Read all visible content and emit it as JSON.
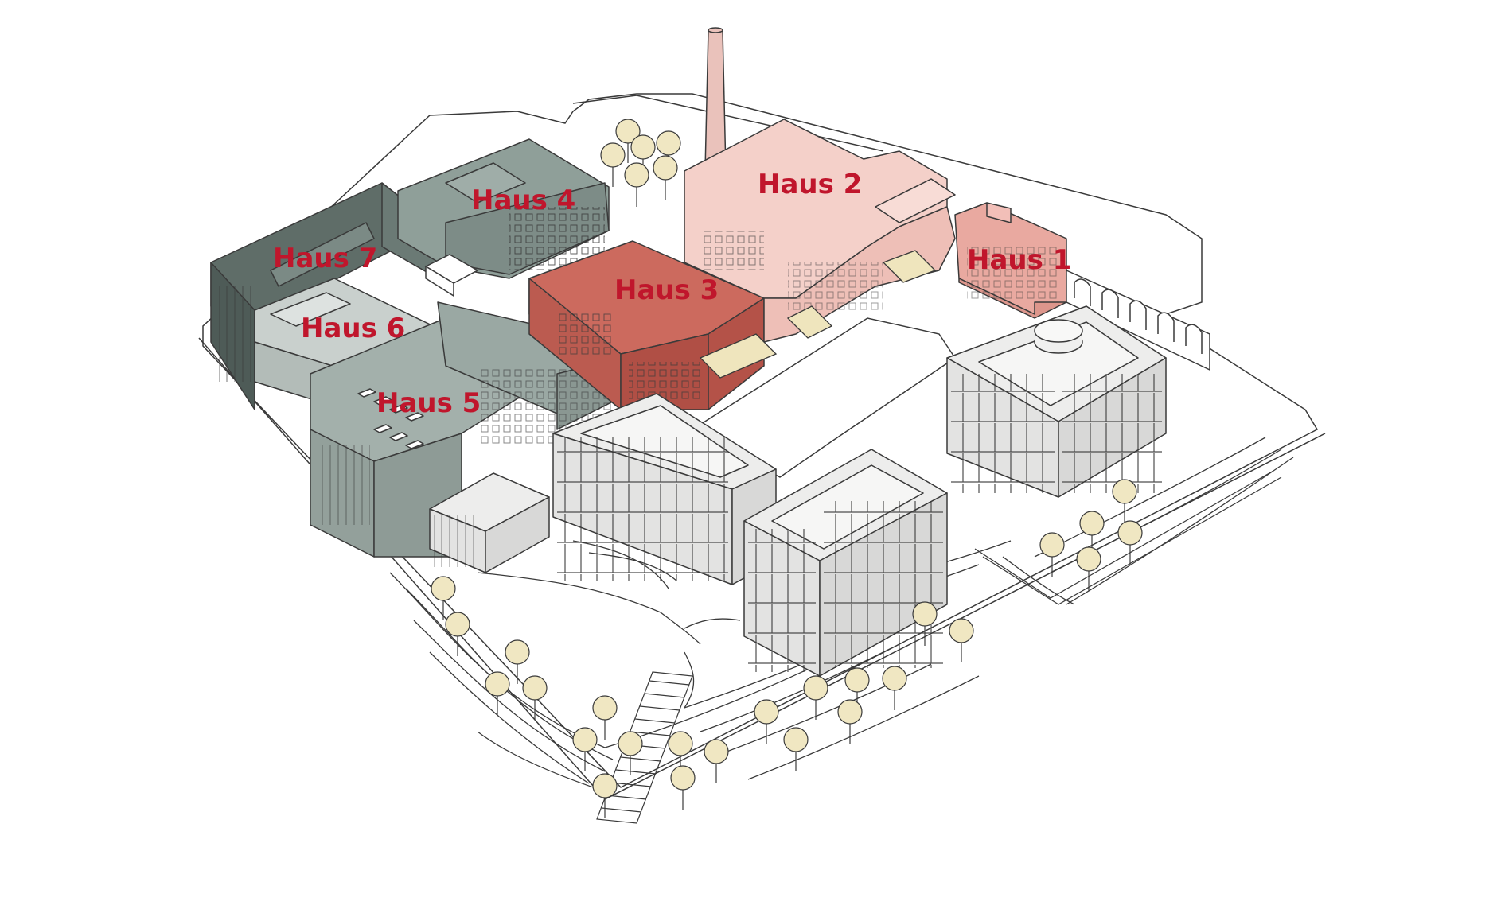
{
  "colors": {
    "label": "#c0162c",
    "outline": "#3a3a3a",
    "haus1": "#e9a9a0",
    "haus2": "#f4d0c9",
    "haus3": "#cc6a5e",
    "haus4": "#8f9f99",
    "haus5": "#a3b0ab",
    "haus6": "#c9d0cd",
    "haus7": "#5f6d68",
    "newBuilding": "#ededec",
    "canopy": "#efe5bd",
    "tree": "#f0e7c2"
  },
  "buildings": [
    {
      "id": "haus-1",
      "label": "Haus 1"
    },
    {
      "id": "haus-2",
      "label": "Haus 2"
    },
    {
      "id": "haus-3",
      "label": "Haus 3"
    },
    {
      "id": "haus-4",
      "label": "Haus 4"
    },
    {
      "id": "haus-5",
      "label": "Haus 5"
    },
    {
      "id": "haus-6",
      "label": "Haus 6"
    },
    {
      "id": "haus-7",
      "label": "Haus 7"
    }
  ]
}
